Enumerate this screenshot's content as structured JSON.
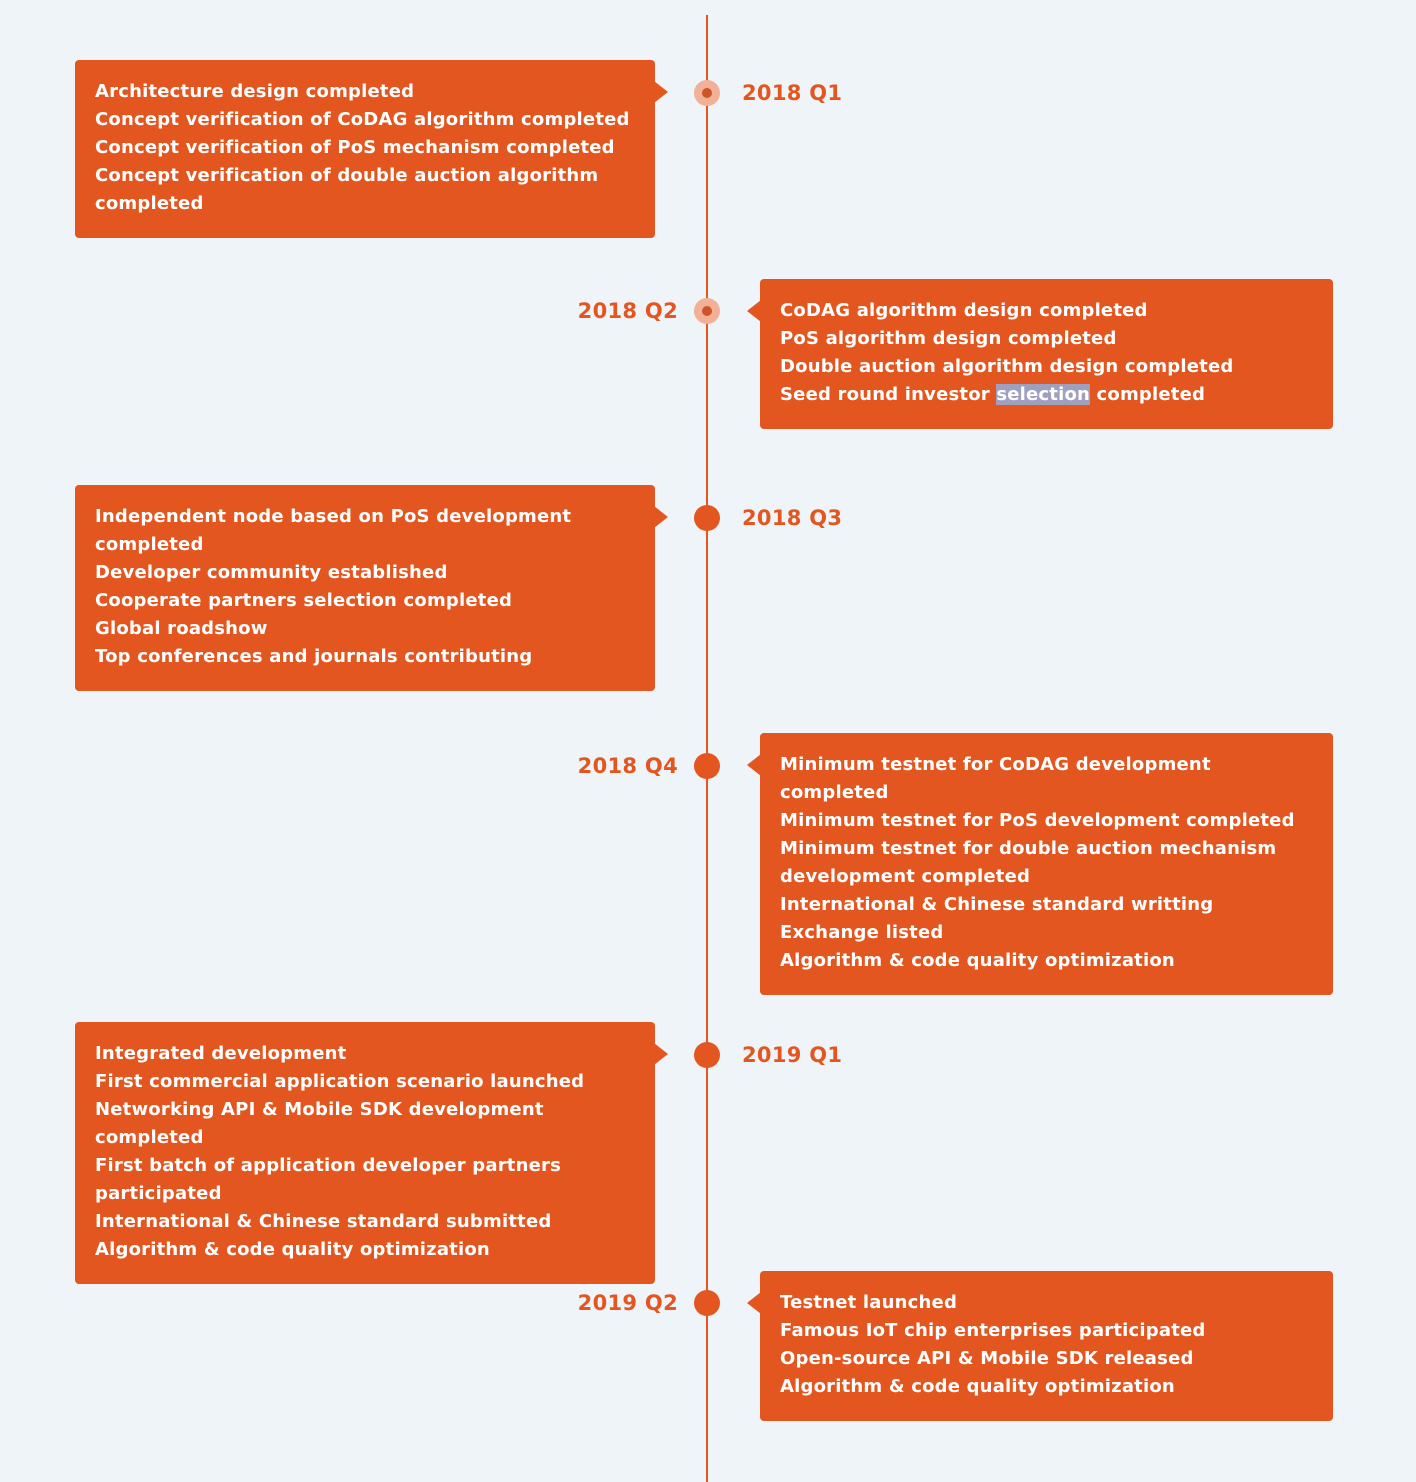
{
  "page": {
    "background_color": "#eff4f8",
    "accent_color": "#e4561f",
    "text_color": "#ffffff"
  },
  "timeline": {
    "milestones": [
      {
        "quarter": "2018 Q1",
        "side": "left",
        "dot_style": "halo",
        "lines": [
          "Architecture design completed",
          "Concept verification of CoDAG algorithm completed",
          "Concept verification of PoS mechanism completed",
          "Concept verification of double auction algorithm completed"
        ]
      },
      {
        "quarter": "2018 Q2",
        "side": "right",
        "dot_style": "halo",
        "lines": [
          "CoDAG algorithm design completed",
          "PoS algorithm design completed",
          "Double auction algorithm design completed",
          "Seed round investor selection completed"
        ],
        "highlight": {
          "line": 3,
          "word": "selection",
          "color": "#9f9fc0"
        }
      },
      {
        "quarter": "2018 Q3",
        "side": "left",
        "dot_style": "solid",
        "lines": [
          "Independent node based on PoS development completed",
          "Developer community established",
          "Cooperate partners selection completed",
          "Global roadshow",
          "Top conferences and journals contributing"
        ]
      },
      {
        "quarter": "2018 Q4",
        "side": "right",
        "dot_style": "solid",
        "lines": [
          "Minimum testnet for CoDAG development completed",
          "Minimum testnet for PoS development completed",
          "Minimum testnet for double auction mechanism development completed",
          "International & Chinese standard writting",
          "Exchange listed",
          "Algorithm & code quality optimization"
        ]
      },
      {
        "quarter": "2019 Q1",
        "side": "left",
        "dot_style": "solid",
        "lines": [
          "Integrated development",
          "First commercial application scenario launched",
          "Networking API & Mobile SDK development completed",
          "First batch of application developer partners participated",
          "International & Chinese standard submitted",
          "Algorithm & code quality optimization"
        ]
      },
      {
        "quarter": "2019 Q2",
        "side": "right",
        "dot_style": "solid",
        "lines": [
          "Testnet launched",
          "Famous IoT chip enterprises participated",
          "Open-source API & Mobile SDK released",
          "Algorithm & code quality optimization"
        ]
      }
    ]
  }
}
